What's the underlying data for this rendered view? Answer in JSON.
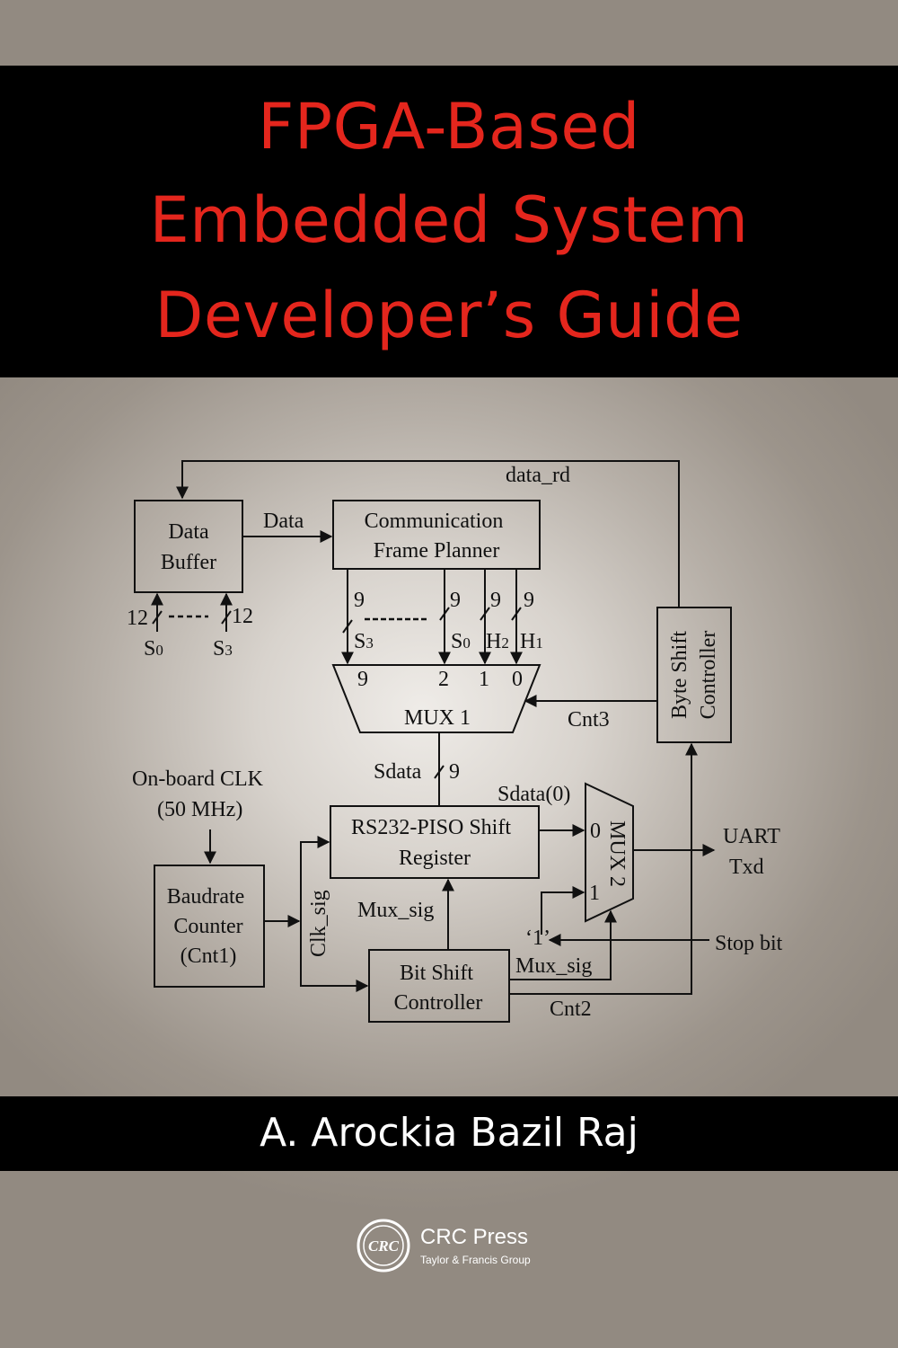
{
  "book": {
    "title_lines": [
      "FPGA-Based",
      "Embedded System",
      "Developer’s Guide"
    ],
    "author": "A. Arockia Bazil Raj",
    "publisher": {
      "name": "CRC Press",
      "group": "Taylor & Francis Group",
      "logo_text": "CRC"
    }
  },
  "diagram": {
    "blocks": {
      "data_buffer": [
        "Data",
        "Buffer"
      ],
      "frame_planner": [
        "Communication",
        "Frame Planner"
      ],
      "byte_shift": [
        "Byte Shift",
        "Controller"
      ],
      "mux1": "MUX 1",
      "mux2": "MUX 2",
      "piso": [
        "RS232-PISO Shift",
        "Register"
      ],
      "baudrate": [
        "Baudrate",
        "Counter",
        "(Cnt1)"
      ],
      "bit_shift": [
        "Bit Shift",
        "Controller"
      ]
    },
    "signals": {
      "data_rd": "data_rd",
      "data": "Data",
      "cnt3": "Cnt3",
      "cnt2": "Cnt2",
      "sdata": "Sdata",
      "sdata0": "Sdata(0)",
      "clk_sig": "Clk_sig",
      "mux_sig_1": "Mux_sig",
      "mux_sig_2": "Mux_sig",
      "stop_bit": "Stop bit",
      "one": "‘1’",
      "uart": "UART",
      "txd": "Txd",
      "clk_src_1": "On-board CLK",
      "clk_src_2": "(50 MHz)"
    },
    "buffer_inputs": [
      {
        "width": "12",
        "base": "S",
        "sub": "0"
      },
      {
        "width": "12",
        "base": "S",
        "sub": "3"
      }
    ],
    "planner_outputs": [
      {
        "width": "9",
        "base": "S",
        "sub": "3"
      },
      {
        "width": "9",
        "base": "S",
        "sub": "0"
      },
      {
        "width": "9",
        "base": "H",
        "sub": "2"
      },
      {
        "width": "9",
        "base": "H",
        "sub": "1"
      }
    ],
    "mux1_inputs": [
      "9",
      "2",
      "1",
      "0"
    ],
    "sdata_width": "9",
    "mux2_inputs": [
      "0",
      "1"
    ]
  }
}
